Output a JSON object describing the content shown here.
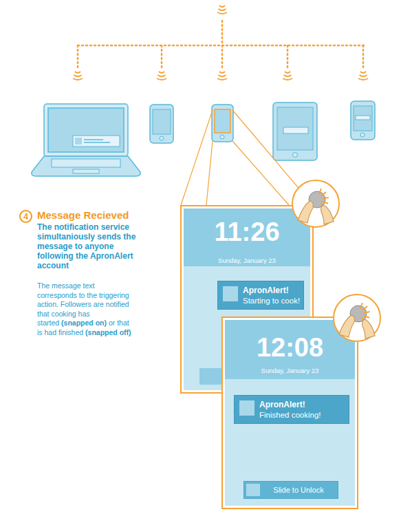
{
  "diagram": {
    "nodes": [
      {
        "text": [
          "4"
        ]
      },
      {
        "text": [
          "11:26",
          "Sunday, January 23"
        ]
      },
      {
        "text": [
          "ApronAlert!",
          "Starting to cook!"
        ],
        "in": 1
      },
      {
        "text": [
          "12:08",
          "Sunday, January 23"
        ]
      },
      {
        "text": [
          "ApronAlert!",
          "Finished cooking!"
        ],
        "in": 3
      },
      {
        "text": [
          "Slide to Unlock"
        ],
        "in": 3
      }
    ],
    "labels": [
      "Message Recieved",
      "The notification service simultaniously sends the message to anyone following the ApronAlert account",
      "The message text corresponds to the triggering action. Followers are notified that cooking has started",
      "(snapped on)",
      "or that is had finished",
      "(snapped off)"
    ]
  }
}
